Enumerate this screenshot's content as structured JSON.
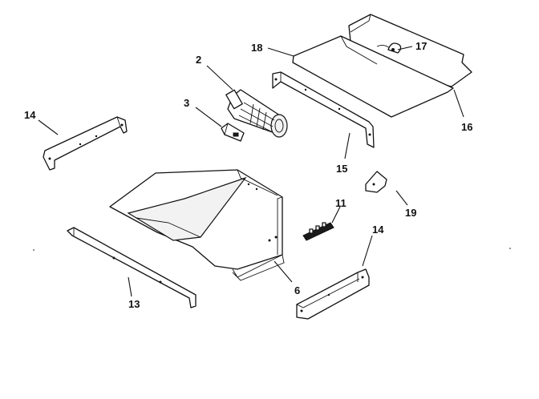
{
  "callouts": {
    "c2": "2",
    "c3": "3",
    "c6": "6",
    "c11": "11",
    "c13": "13",
    "c14_left": "14",
    "c14_right": "14",
    "c15": "15",
    "c16": "16",
    "c17": "17",
    "c18": "18",
    "c19": "19"
  }
}
